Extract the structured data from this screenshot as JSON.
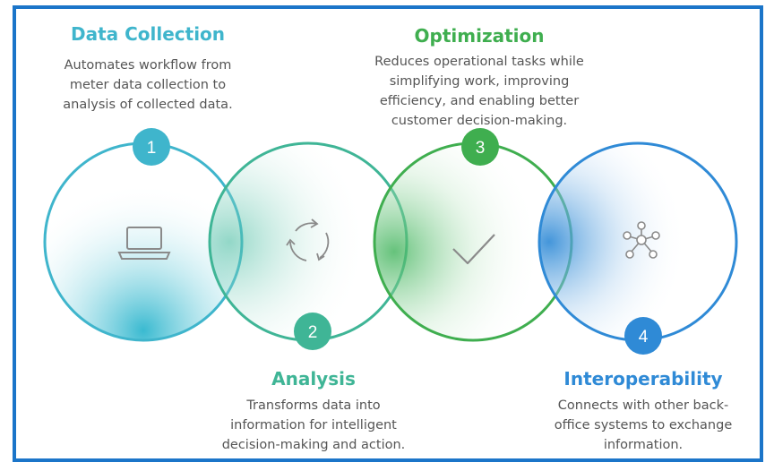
{
  "steps": [
    {
      "number": "1",
      "title": "Data Collection",
      "description": [
        "Automates workflow from",
        "meter data collection to",
        "analysis of collected data."
      ],
      "icon": "laptop-icon",
      "color": "#3fb5cc"
    },
    {
      "number": "2",
      "title": "Analysis",
      "description": [
        "Transforms data into",
        "information for intelligent",
        "decision-making and action."
      ],
      "icon": "cycle-arrows-icon",
      "color": "#3fb596"
    },
    {
      "number": "3",
      "title": "Optimization",
      "description": [
        "Reduces operational tasks while",
        "simplifying work, improving",
        "efficiency, and enabling better",
        "customer decision-making."
      ],
      "icon": "checkmark-icon",
      "color": "#3fae4f"
    },
    {
      "number": "4",
      "title": "Interoperability",
      "description": [
        "Connects with other back-",
        "office systems to exchange",
        "information."
      ],
      "icon": "network-nodes-icon",
      "color": "#2f8ad6"
    }
  ],
  "colors": {
    "frame_border": "#1b75c9",
    "text_gray": "#555555",
    "icon_gray": "#8a8a8a"
  }
}
